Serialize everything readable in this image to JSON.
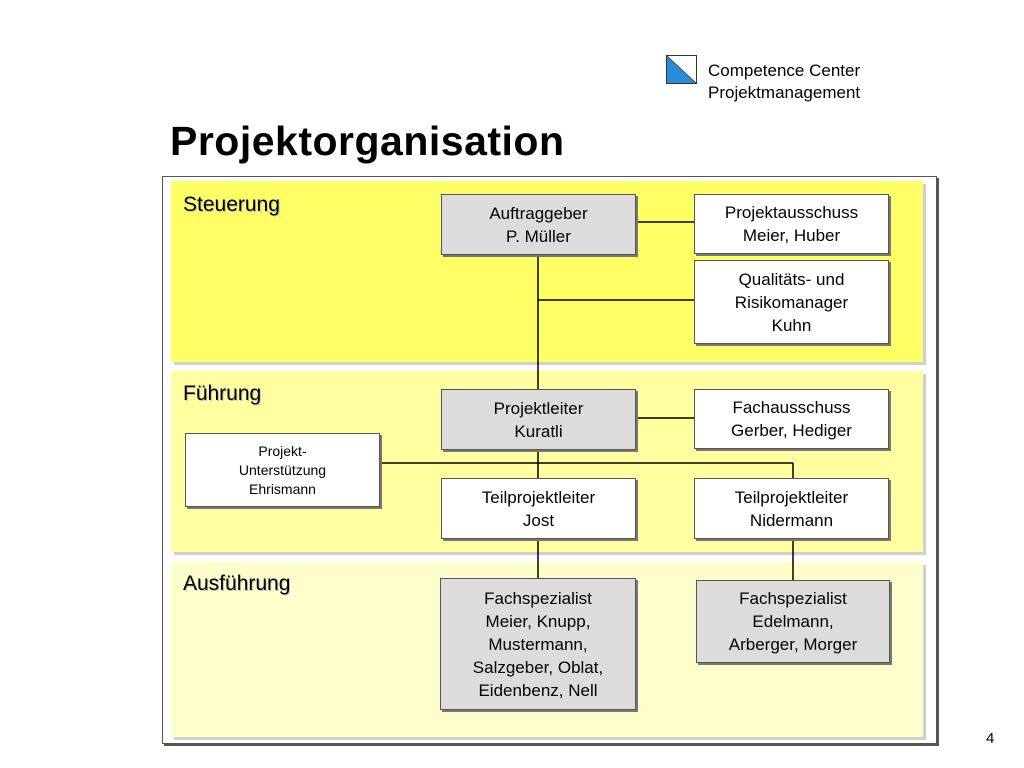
{
  "header": {
    "org_lines": [
      "Competence Center",
      "Projektmanagement"
    ],
    "title": "Projektorganisation"
  },
  "bands": {
    "steuerung": "Steuerung",
    "fuehrung": "Führung",
    "ausfuehrung": "Ausführung"
  },
  "nodes": {
    "auftraggeber": [
      "Auftraggeber",
      "P. Müller"
    ],
    "projektausschuss": [
      "Projektausschuss",
      "Meier, Huber"
    ],
    "qualitaet": [
      "Qualitäts- und",
      "Risikomanager",
      "Kuhn"
    ],
    "projektleiter": [
      "Projektleiter",
      "Kuratli"
    ],
    "fachausschuss": [
      "Fachausschuss",
      "Gerber, Hediger"
    ],
    "unterstuetzung": [
      "Projekt-",
      "Unterstützung",
      "Ehrismann"
    ],
    "tpl_jost": [
      "Teilprojektleiter",
      "Jost"
    ],
    "tpl_nidermann": [
      "Teilprojektleiter",
      "Nidermann"
    ],
    "fs_1": [
      "Fachspezialist",
      "Meier, Knupp,",
      "Mustermann,",
      "Salzgeber, Oblat,",
      "Eidenbenz, Nell"
    ],
    "fs_2": [
      "Fachspezialist",
      "Edelmann,",
      "Arberger, Morger"
    ]
  },
  "footer": {
    "page_number": "4"
  }
}
